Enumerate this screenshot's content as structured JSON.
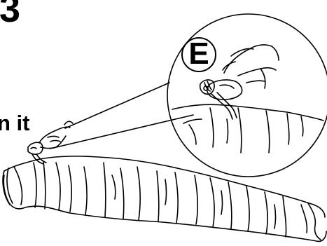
{
  "step": {
    "number": "3"
  },
  "instruction": {
    "partial_text": "n it"
  },
  "detail": {
    "label": "E"
  },
  "colors": {
    "line": "#000000",
    "background": "#ffffff"
  }
}
